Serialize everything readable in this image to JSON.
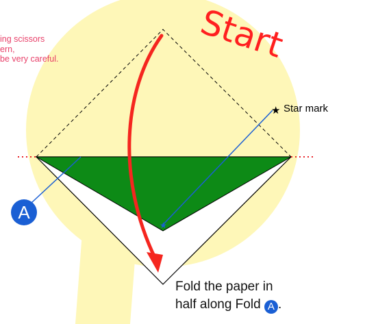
{
  "caution_lines": [
    "ing scissors",
    "ern,",
    "be very careful."
  ],
  "start_label": "Start",
  "star_mark_label": "Star mark",
  "fold_marker_label": "A",
  "instruction": {
    "line1": "Fold the paper in",
    "line2_prefix": "half along Fold",
    "line2_marker": "A",
    "line2_suffix": "."
  },
  "colors": {
    "background_shape": "#fef7b8",
    "fold_green": "#0d8a16",
    "arrow_red": "#f5261f",
    "guide_blue": "#1a5fd4",
    "caution_pink": "#e8416a",
    "dotted_red": "#e8232a"
  }
}
